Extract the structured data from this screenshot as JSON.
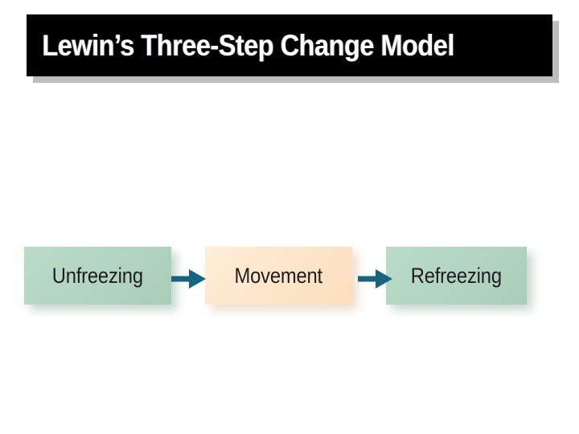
{
  "slide": {
    "title": "Lewin’s Three-Step Change Model",
    "background_color": "#ffffff"
  },
  "title_bar": {
    "background_color": "#000000",
    "text_color": "#ffffff",
    "shadow_color": "#bdbdbd"
  },
  "diagram": {
    "type": "process-flow",
    "direction": "left-to-right",
    "arrow_color": "#176480",
    "nodes": [
      {
        "id": "unfreezing",
        "label": "Unfreezing",
        "fill_color": "#b4d5c3",
        "text_color": "#1d1d1d",
        "order": 1
      },
      {
        "id": "movement",
        "label": "Movement",
        "fill_color": "#fde6cb",
        "text_color": "#1d1d1d",
        "order": 2
      },
      {
        "id": "refreezing",
        "label": "Refreezing",
        "fill_color": "#b4d5c3",
        "text_color": "#1d1d1d",
        "order": 3
      }
    ],
    "connectors": [
      {
        "id": "arrow-1",
        "from": "unfreezing",
        "to": "movement"
      },
      {
        "id": "arrow-2",
        "from": "movement",
        "to": "refreezing"
      }
    ]
  }
}
